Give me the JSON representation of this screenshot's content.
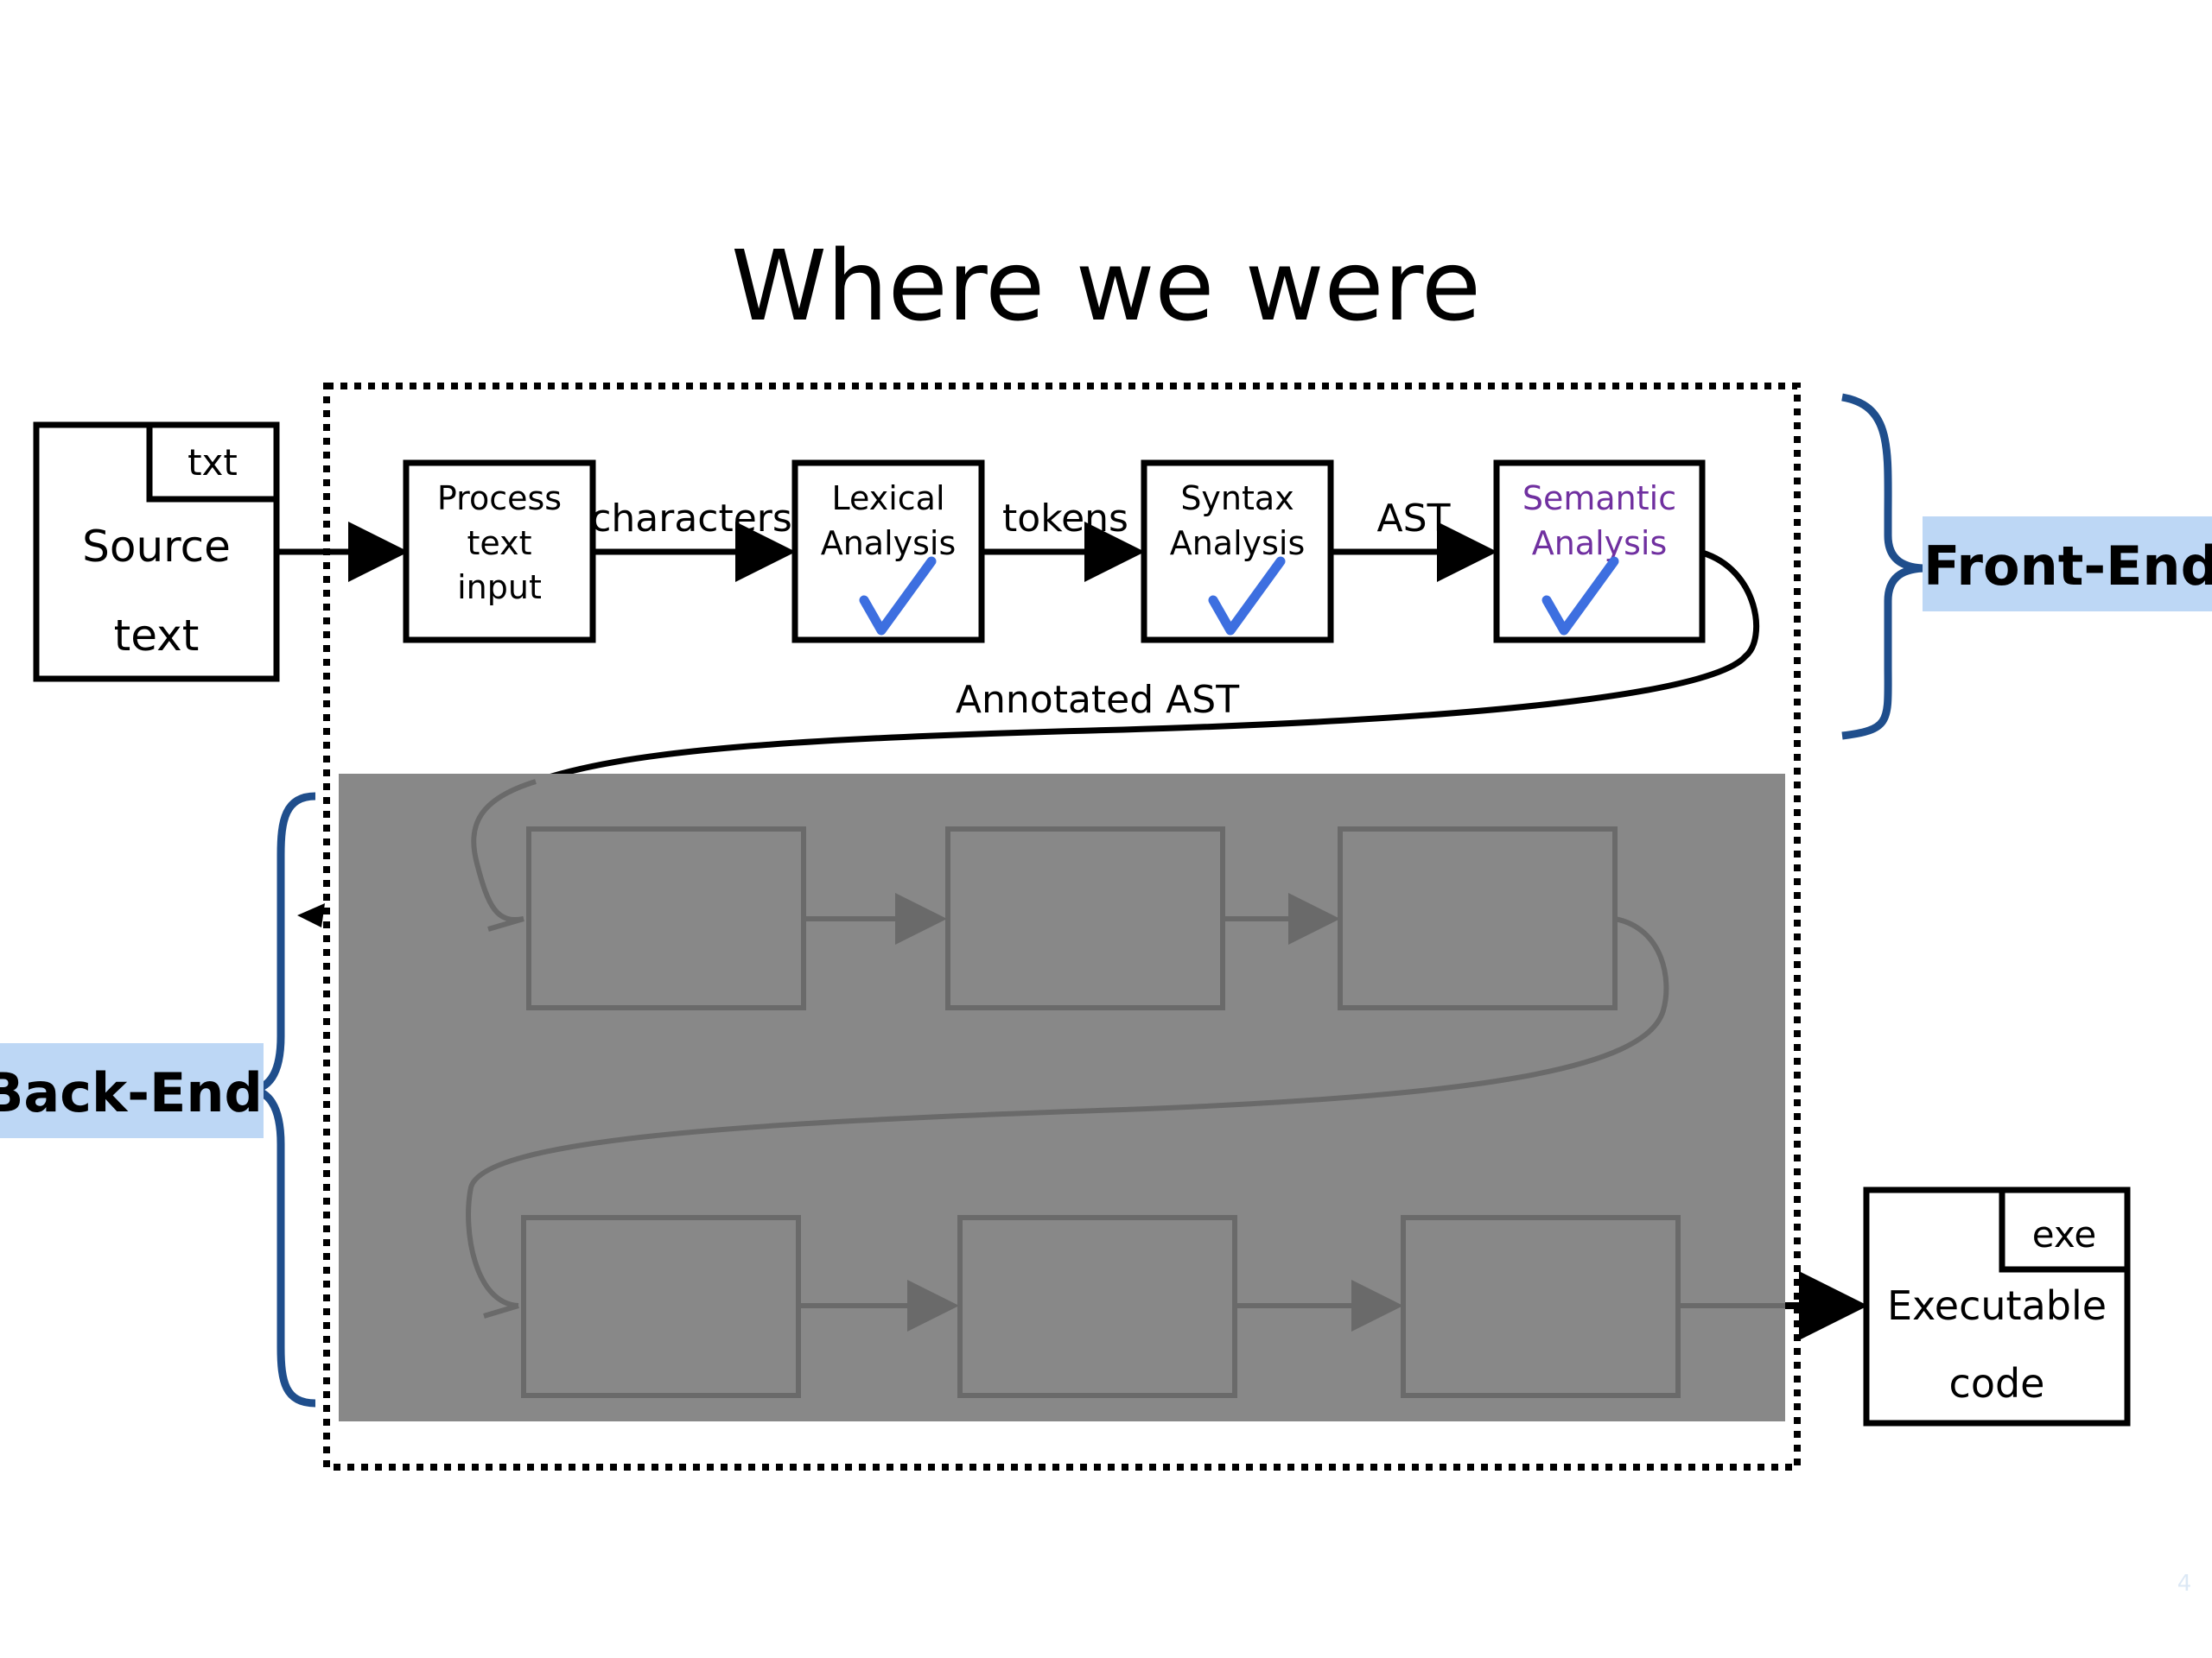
{
  "slide": {
    "title": "Where we were",
    "page_number": "4"
  },
  "source_file": {
    "tag": "txt",
    "line1": "Source",
    "line2": "text"
  },
  "output_file": {
    "tag": "exe",
    "line1": "Executable",
    "line2": "code"
  },
  "stages": [
    {
      "lines": [
        "Process",
        "text",
        "input"
      ],
      "checked": false,
      "color": "#000000"
    },
    {
      "lines": [
        "Lexical",
        "Analysis"
      ],
      "checked": true,
      "color": "#000000"
    },
    {
      "lines": [
        "Syntax",
        "Analysis"
      ],
      "checked": true,
      "color": "#000000"
    },
    {
      "lines": [
        "Semantic",
        "Analysis"
      ],
      "checked": true,
      "color": "#7030a0"
    }
  ],
  "edges": {
    "characters": "characters",
    "tokens": "tokens",
    "ast": "AST",
    "annotated_ast": "Annotated AST"
  },
  "braces": {
    "front_end": "Front-End",
    "back_end": "Back-End"
  },
  "colors": {
    "brace": "#1f4e8c",
    "label_bg": "#bdd7f5",
    "backend_overlay": "#888888",
    "backend_box_stroke": "#6a6a6a",
    "check": "#3d6fe0",
    "semantic_text": "#7030a0"
  }
}
